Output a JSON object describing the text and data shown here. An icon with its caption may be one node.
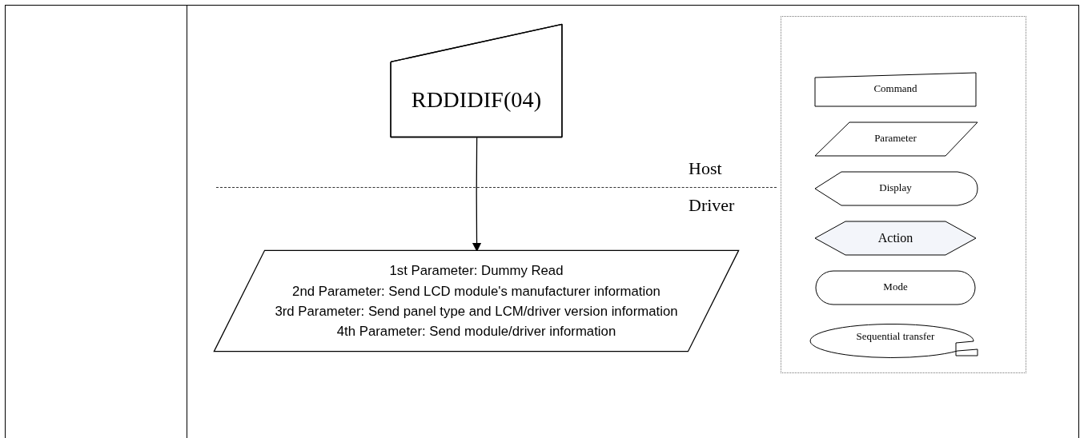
{
  "diagram": {
    "nodes": [
      {
        "text": [
          "RDDIDIF(04)"
        ]
      },
      {
        "text": [
          "1st Parameter: Dummy Read",
          "2nd Parameter: Send LCD module's manufacturer information",
          "3rd Parameter: Send panel type and LCM/driver version information",
          "4th Parameter: Send module/driver information"
        ]
      }
    ],
    "edges": [
      {
        "from": 0,
        "to": 1,
        "arrow": "to"
      }
    ],
    "labels": [
      "Host",
      "Driver"
    ],
    "legend": [
      {
        "text": "Command"
      },
      {
        "text": "Parameter"
      },
      {
        "text": "Display"
      },
      {
        "text": "Action"
      },
      {
        "text": "Mode"
      },
      {
        "text": "Sequential transfer"
      }
    ]
  }
}
